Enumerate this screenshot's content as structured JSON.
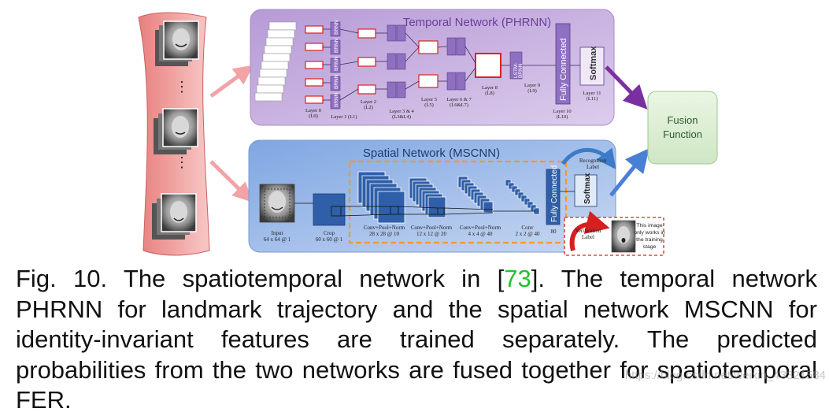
{
  "temporal": {
    "title": "Temporal Network (PHRNN)",
    "brnn": "BRNN",
    "lstm": [
      "LSTM-",
      "BRNN"
    ],
    "fc": "Fully Connected",
    "softmax": "Softmax",
    "layers": {
      "l0": [
        "Layer 0",
        "(L0)"
      ],
      "l1": "Layer 1 (L1)",
      "l2": [
        "Layer 2",
        "(L2)"
      ],
      "l34": [
        "Layer 3 & 4",
        "(L3&L4)"
      ],
      "l5": [
        "Layer 5",
        "(L5)"
      ],
      "l67": [
        "Layer 6 & 7",
        "(L6&L7)"
      ],
      "l8": [
        "Layer 8",
        "(L8)"
      ],
      "l9": [
        "Layer 9",
        "(L9)"
      ],
      "l10": [
        "Layer 10",
        "(L10)"
      ],
      "l11": [
        "Layer 11",
        "(L11)"
      ]
    }
  },
  "spatial": {
    "title": "Spatial Network (MSCNN)",
    "input": [
      "Input",
      "64 x 64 @ 1"
    ],
    "crop": [
      "Crop",
      "60 x 60 @ 1"
    ],
    "conv1": [
      "Conv+Pool+Norm",
      "28 x 28 @ 10"
    ],
    "conv2": [
      "Conv+Pool+Norm",
      "12 x 12 @ 20"
    ],
    "conv3": [
      "Conv+Pool+Norm",
      "4 x 4 @ 40"
    ],
    "conv4": [
      "Conv",
      "2 x 2 @ 40"
    ],
    "fc": "Fully Connected",
    "fc_dim": "80",
    "softmax": "Softmax",
    "recognition": [
      "Recognition",
      "Label"
    ],
    "verification": [
      "Verification",
      "Label"
    ],
    "note": [
      "This image",
      "only works in",
      "the training",
      "stage"
    ]
  },
  "fusion": [
    "Fusion",
    "Function"
  ],
  "dots": "⋮",
  "caption": {
    "before": "Fig. 10. The spatiotemporal network in [",
    "ref": "73",
    "after": "]. The temporal network PHRNN for landmark trajectory and the spatial network MSCNN for identity-invariant features are trained separately. The predicted probabilities from the two networks are fused together for spatiotemporal FER."
  },
  "watermark": "https://blog.csdn.net/weixin_43321584",
  "colors": {
    "temporal_bg": "#c9b3df",
    "spatial_bg": "#a9c3ea",
    "fusion_bg": "#d8eccf",
    "arrow_purple": "#7a2fa0",
    "arrow_blue": "#4a7fd6",
    "arrow_pink": "#f2a3a8",
    "highlight_red": "#e02020",
    "dash_orange": "#f39a2b",
    "conv_blue": "#2f5fa8"
  }
}
